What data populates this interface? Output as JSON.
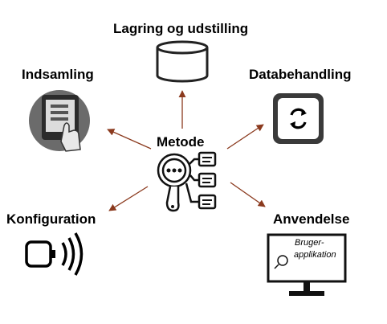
{
  "nodes": {
    "center": {
      "label": "Metode"
    },
    "top": {
      "label": "Lagring og udstilling"
    },
    "left_upper": {
      "label": "Indsamling"
    },
    "right_upper": {
      "label": "Databehandling"
    },
    "left_lower": {
      "label": "Konfiguration"
    },
    "right_lower": {
      "label": "Anvendelse"
    }
  },
  "monitor": {
    "line1": "Bruger-",
    "line2": "applikation"
  },
  "icons": {
    "center": "magnifier-with-documents-icon",
    "top": "database-cylinder-icon",
    "left_upper": "tablet-touch-icon",
    "right_upper": "refresh-cycle-icon",
    "left_lower": "nfc-signal-icon",
    "right_lower": "monitor-search-icon"
  },
  "colors": {
    "arrow": "#8B3A1E",
    "text": "#000000"
  }
}
